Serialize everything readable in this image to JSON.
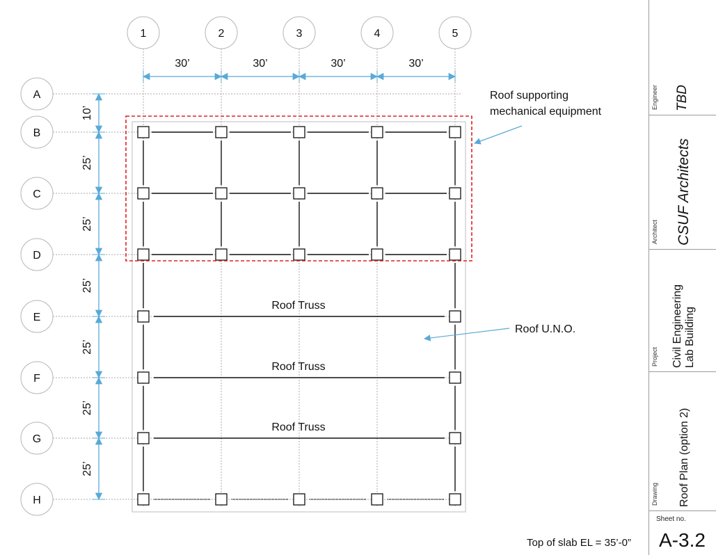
{
  "grid_columns": [
    "1",
    "2",
    "3",
    "4",
    "5"
  ],
  "grid_rows": [
    "A",
    "B",
    "C",
    "D",
    "E",
    "F",
    "G",
    "H"
  ],
  "column_spacings": [
    "30’",
    "30’",
    "30’",
    "30’"
  ],
  "row_spacings": [
    "10’",
    "25’",
    "25’",
    "25’",
    "25’",
    "25’",
    "25’"
  ],
  "truss_labels": [
    "Roof Truss",
    "Roof Truss",
    "Roof Truss"
  ],
  "callouts": {
    "mechanical_line1": "Roof supporting",
    "mechanical_line2": "mechanical equipment",
    "roof_uno": "Roof U.N.O."
  },
  "colors": {
    "dimension": "#5aa9d6",
    "highlight_box": "#e02020",
    "gridline": "#aaaaaa",
    "structure": "#111111"
  },
  "title_block": {
    "engineer_label": "Engineer",
    "engineer_value": "TBD",
    "architect_label": "Architect",
    "architect_value": "CSUF Architects",
    "project_label": "Project",
    "project_value": "Civil Engineering\nLab Building",
    "drawing_label": "Drawing",
    "drawing_value": "Roof Plan (option 2)",
    "sheet_label": "Sheet no.",
    "sheet_value": "A-3.2"
  },
  "slab_note": "Top of slab EL = 35’-0”"
}
